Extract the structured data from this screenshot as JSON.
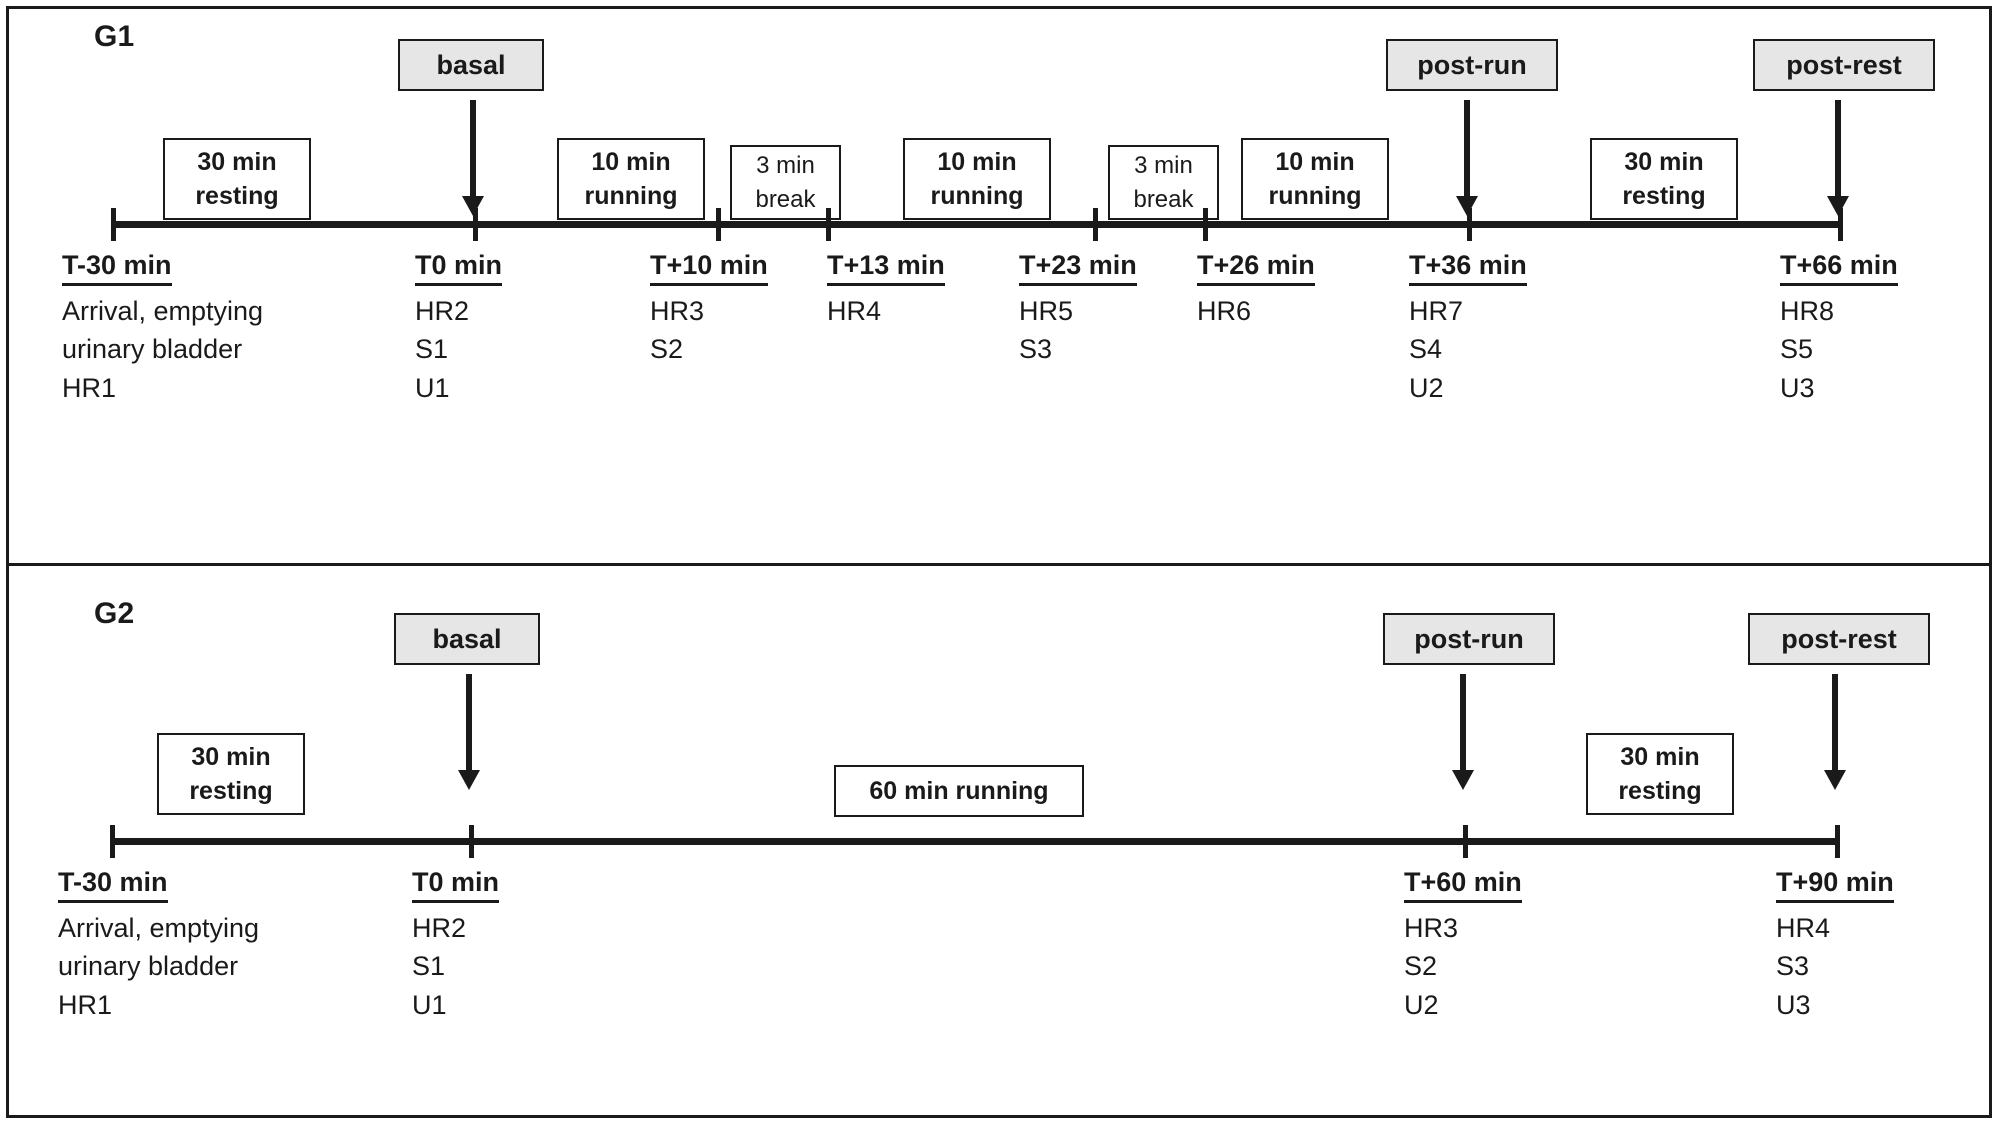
{
  "figure": {
    "type": "study-protocol-timeline",
    "panels": [
      {
        "id": "G1",
        "title": "G1",
        "event_boxes": [
          {
            "label": "basal"
          },
          {
            "label": "post-run"
          },
          {
            "label": "post-rest"
          }
        ],
        "duration_boxes": [
          {
            "lines": [
              "30 min",
              "resting"
            ],
            "emphasis": "bold"
          },
          {
            "lines": [
              "10 min",
              "running"
            ],
            "emphasis": "bold"
          },
          {
            "lines": [
              "3 min",
              "break"
            ],
            "emphasis": "light"
          },
          {
            "lines": [
              "10 min",
              "running"
            ],
            "emphasis": "bold"
          },
          {
            "lines": [
              "3 min",
              "break"
            ],
            "emphasis": "light"
          },
          {
            "lines": [
              "10 min",
              "running"
            ],
            "emphasis": "bold"
          },
          {
            "lines": [
              "30 min",
              "resting"
            ],
            "emphasis": "bold"
          }
        ],
        "timepoints": [
          {
            "time": "T-30 min",
            "items": [
              "Arrival, emptying",
              "urinary bladder",
              "HR1"
            ]
          },
          {
            "time": "T0 min",
            "items": [
              "HR2",
              "S1",
              "U1"
            ]
          },
          {
            "time": "T+10 min",
            "items": [
              "HR3",
              "S2"
            ]
          },
          {
            "time": "T+13 min",
            "items": [
              "HR4"
            ]
          },
          {
            "time": "T+23 min",
            "items": [
              "HR5",
              "S3"
            ]
          },
          {
            "time": "T+26 min",
            "items": [
              "HR6"
            ]
          },
          {
            "time": "T+36 min",
            "items": [
              "HR7",
              "S4",
              "U2"
            ]
          },
          {
            "time": "T+66 min",
            "items": [
              "HR8",
              "S5",
              "U3"
            ]
          }
        ]
      },
      {
        "id": "G2",
        "title": "G2",
        "event_boxes": [
          {
            "label": "basal"
          },
          {
            "label": "post-run"
          },
          {
            "label": "post-rest"
          }
        ],
        "duration_boxes": [
          {
            "lines": [
              "30 min",
              "resting"
            ],
            "emphasis": "bold"
          },
          {
            "lines": [
              "60 min running"
            ],
            "emphasis": "bold"
          },
          {
            "lines": [
              "30 min",
              "resting"
            ],
            "emphasis": "bold"
          }
        ],
        "timepoints": [
          {
            "time": "T-30 min",
            "items": [
              "Arrival, emptying",
              "urinary bladder",
              "HR1"
            ]
          },
          {
            "time": "T0 min",
            "items": [
              "HR2",
              "S1",
              "U1"
            ]
          },
          {
            "time": "T+60 min",
            "items": [
              "HR3",
              "S2",
              "U2"
            ]
          },
          {
            "time": "T+90 min",
            "items": [
              "HR4",
              "S3",
              "U3"
            ]
          }
        ]
      }
    ],
    "colors": {
      "ink": "#1a1a1a",
      "event_box_fill": "#e6e6e6",
      "page_background": "#ffffff"
    }
  }
}
